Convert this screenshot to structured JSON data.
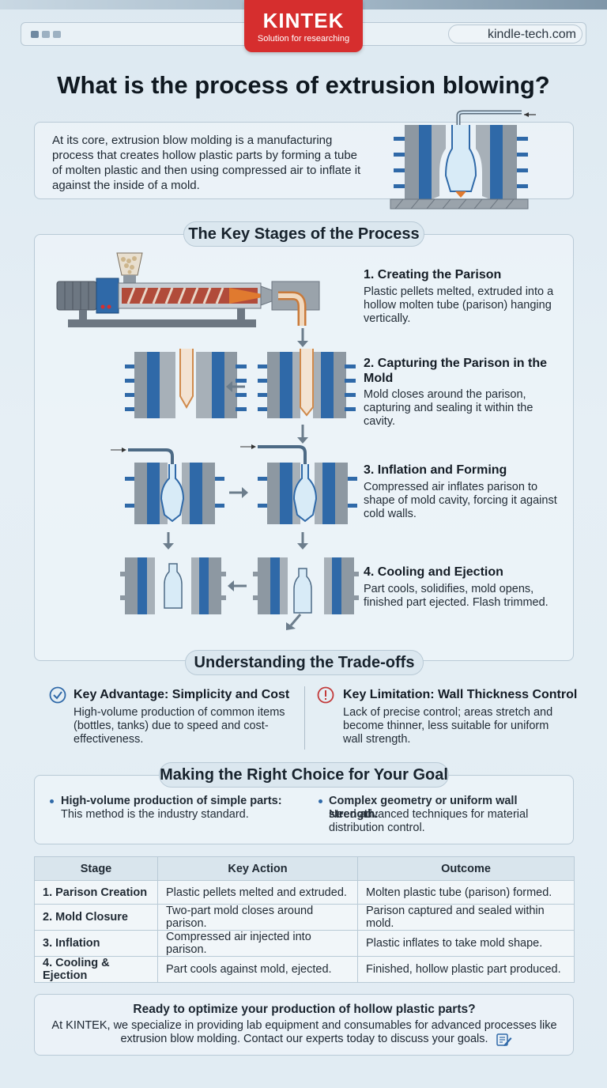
{
  "header": {
    "brand": "KINTEK",
    "tagline": "Solution for researching",
    "url": "kindle-tech.com"
  },
  "title": "What is the process of extrusion blowing?",
  "intro": "At its core, extrusion blow molding is a manufacturing process that creates hollow plastic parts by forming a tube of molten plastic and then using compressed air to inflate it against the inside of a mold.",
  "stages": {
    "heading": "The Key Stages of the Process",
    "items": [
      {
        "title": "1. Creating the Parison",
        "desc": "Plastic pellets melted, extruded into a hollow molten tube (parison) hanging vertically."
      },
      {
        "title": "2. Capturing the Parison in the Mold",
        "desc": "Mold closes around the parison, capturing and sealing it within the cavity."
      },
      {
        "title": "3. Inflation and Forming",
        "desc": "Compressed air inflates parison to shape of mold cavity, forcing it against cold walls."
      },
      {
        "title": "4. Cooling and Ejection",
        "desc": "Part cools, solidifies, mold opens, finished part ejected. Flash trimmed."
      }
    ]
  },
  "tradeoffs": {
    "heading": "Understanding the Trade-offs",
    "advantage": {
      "title": "Key Advantage: Simplicity and Cost",
      "desc": "High-volume production of common items (bottles, tanks) due to speed and cost-effectiveness."
    },
    "limitation": {
      "title": "Key Limitation: Wall Thickness Control",
      "desc": "Lack of precise control; areas stretch and become thinner, less suitable for uniform wall strength."
    }
  },
  "goals": {
    "heading": "Making the Right Choice for Your Goal",
    "left_bold": "High-volume production of simple parts:",
    "left_text": "This method is the industry standard.",
    "right_bold": "Complex geometry or uniform wall strength:",
    "right_text": "Need advanced techniques for material distribution control."
  },
  "table": {
    "headers": [
      "Stage",
      "Key Action",
      "Outcome"
    ],
    "rows": [
      [
        "1. Parison Creation",
        "Plastic pellets melted and extruded.",
        "Molten plastic tube (parison) formed."
      ],
      [
        "2. Mold Closure",
        "Two-part mold closes around parison.",
        "Parison captured and sealed within mold."
      ],
      [
        "3. Inflation",
        "Compressed air injected into parison.",
        "Plastic inflates to take mold shape."
      ],
      [
        "4. Cooling & Ejection",
        "Part cools against mold, ejected.",
        "Finished, hollow plastic part produced."
      ]
    ]
  },
  "cta": {
    "title": "Ready to optimize your production of hollow plastic parts?",
    "text": "At KINTEK, we specialize in providing lab equipment and consumables for advanced processes like extrusion blow molding. Contact our experts today to discuss your goals."
  },
  "colors": {
    "brand_red": "#d62e2e",
    "mold_blue": "#2f69a8",
    "mold_gray": "#9aa3ab",
    "molten_orange": "#e07a2f"
  }
}
